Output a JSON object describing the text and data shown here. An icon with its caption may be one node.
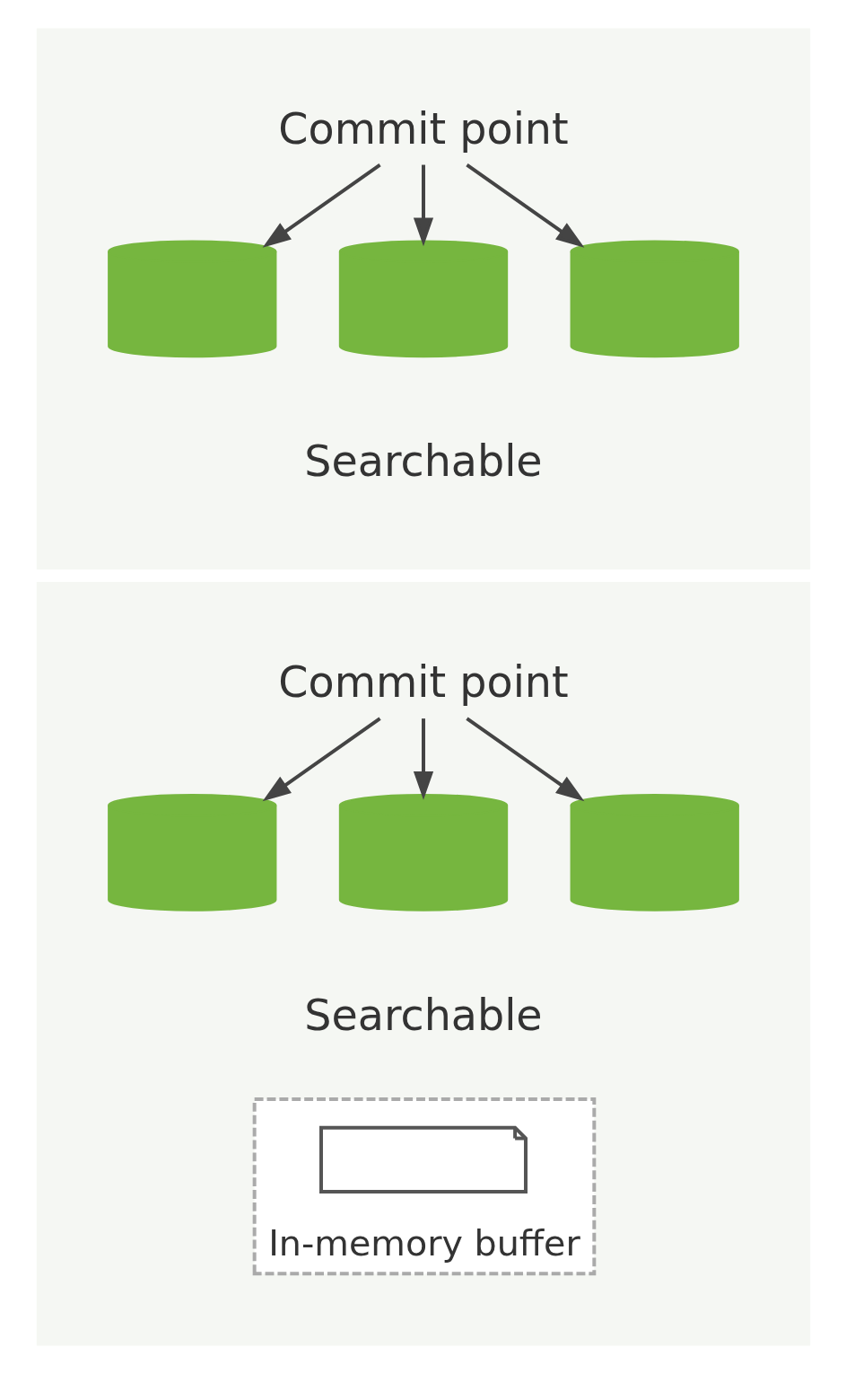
{
  "diagram": {
    "nodes": [
      {
        "text": [],
        "shape": "box"
      },
      {
        "text": [
          "Commit point"
        ],
        "in": 0
      },
      {
        "text": [],
        "shape": "cylinder",
        "in": 0
      },
      {
        "text": [],
        "shape": "cylinder",
        "in": 0
      },
      {
        "text": [],
        "shape": "cylinder",
        "in": 0
      },
      {
        "text": [],
        "shape": "box"
      },
      {
        "text": [
          "Commit point"
        ],
        "in": 5
      },
      {
        "text": [],
        "shape": "cylinder",
        "in": 5
      },
      {
        "text": [],
        "shape": "cylinder",
        "in": 5
      },
      {
        "text": [],
        "shape": "cylinder",
        "in": 5
      },
      {
        "text": [
          "In-memory buffer"
        ],
        "in": 5
      },
      {
        "text": [],
        "shape": "picture",
        "in": 10
      }
    ],
    "edges": [
      {
        "from": 1,
        "to": 2,
        "arrow": "to"
      },
      {
        "from": 1,
        "to": 3,
        "arrow": "to"
      },
      {
        "from": 1,
        "to": 4,
        "arrow": "to"
      },
      {
        "from": 6,
        "to": 7,
        "arrow": "to"
      },
      {
        "from": 6,
        "to": 8,
        "arrow": "to"
      },
      {
        "from": 6,
        "to": 9,
        "arrow": "to"
      }
    ],
    "labels": [
      "Searchable",
      "Searchable"
    ]
  }
}
